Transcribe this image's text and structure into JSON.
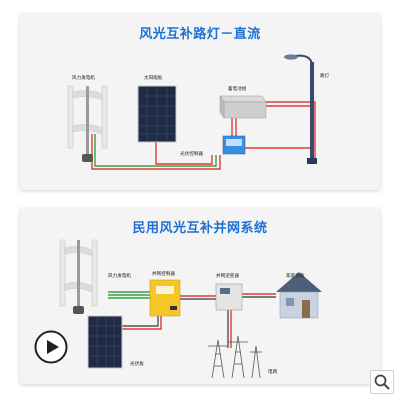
{
  "panel1": {
    "title": "风光互补路灯－直流",
    "labels": {
      "wind": "风力发电机",
      "solar": "太阳能板",
      "battery": "蓄电池组",
      "controller": "光伏控制器",
      "lamp": "路灯"
    }
  },
  "panel2": {
    "title": "民用风光互补并网系统",
    "labels": {
      "wind": "风力发电机",
      "controller": "并网控制器",
      "inverter": "并网逆变器",
      "house": "家庭负载",
      "solar": "光伏板",
      "grid": "电网"
    }
  },
  "colors": {
    "title": "#1e6fd0",
    "wire_red": "#e23b3b",
    "wire_green": "#3aa043",
    "controller_yellow": "#f6c629",
    "controller_blue": "#3a8ee0"
  },
  "icons": {
    "play": "play-icon",
    "search": "search-icon"
  }
}
